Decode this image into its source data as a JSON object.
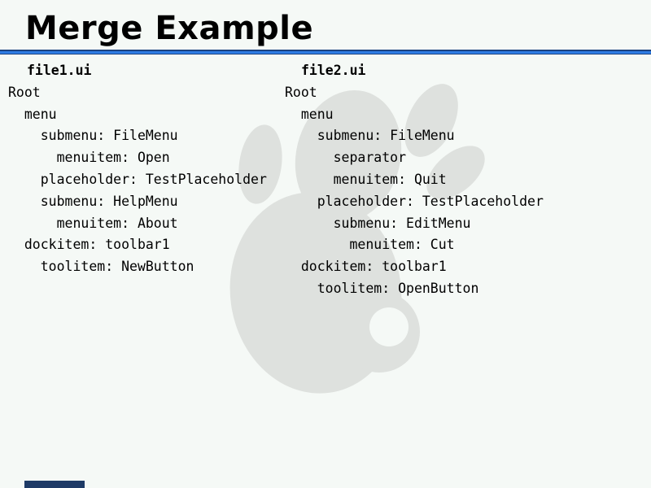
{
  "slide": {
    "title": "Merge Example"
  },
  "colors": {
    "background": "#f5f9f6",
    "rule_blue": "#2e7ce4",
    "rule_navy": "#1b4280",
    "footer_navy": "#1e3a66",
    "watermark_gray": "#dee1de",
    "text": "#000000"
  },
  "columns": [
    {
      "header": "file1.ui",
      "rows": [
        "Root",
        "  menu",
        "    submenu: FileMenu",
        "      menuitem: Open",
        "    placeholder: TestPlaceholder",
        "    submenu: HelpMenu",
        "      menuitem: About",
        "  dockitem: toolbar1",
        "    toolitem: NewButton"
      ]
    },
    {
      "header": "file2.ui",
      "rows": [
        "Root",
        "  menu",
        "    submenu: FileMenu",
        "      separator",
        "      menuitem: Quit",
        "    placeholder: TestPlaceholder",
        "      submenu: EditMenu",
        "        menuitem: Cut",
        "  dockitem: toolbar1",
        "    toolitem: OpenButton"
      ]
    }
  ],
  "watermark": {
    "icon": "gnome-foot"
  }
}
